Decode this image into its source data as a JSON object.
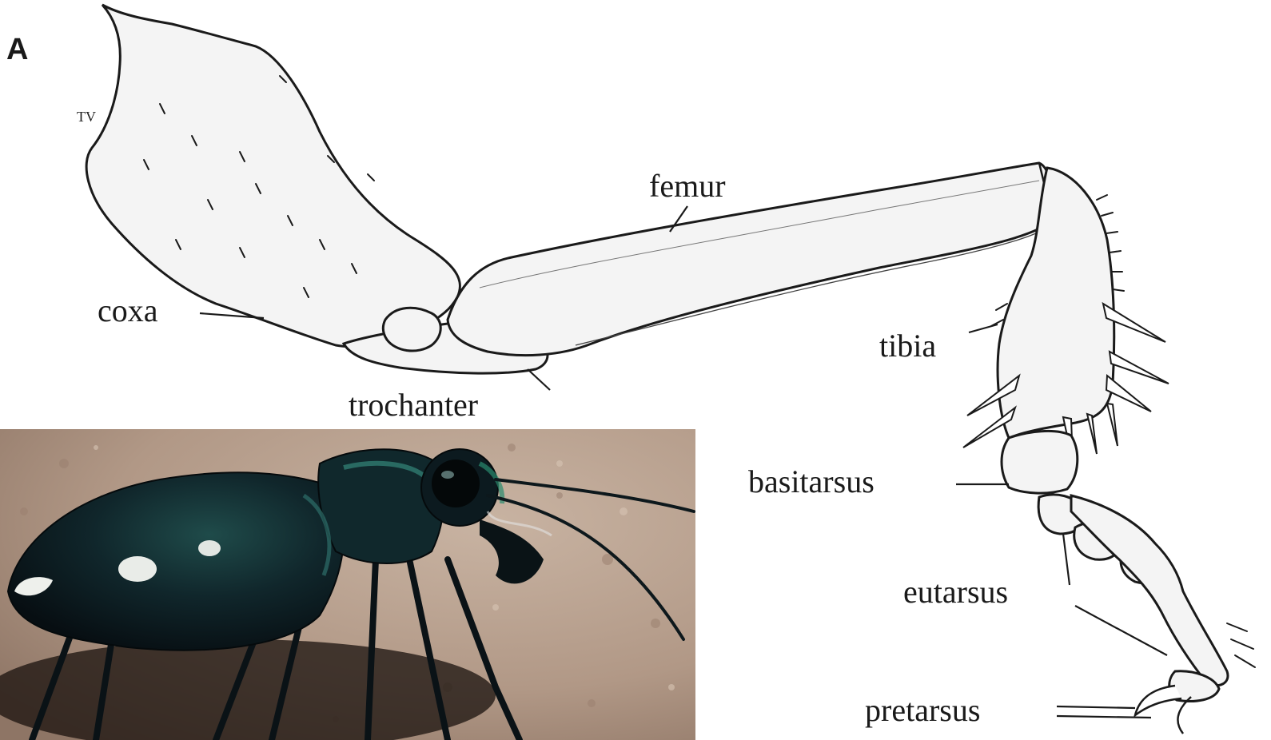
{
  "panel_label": "A",
  "small_mark": "TV",
  "labels": {
    "coxa": "coxa",
    "trochanter": "trochanter",
    "femur": "femur",
    "tibia": "tibia",
    "basitarsus": "basitarsus",
    "eutarsus": "eutarsus",
    "pretarsus": "pretarsus"
  },
  "colors": {
    "ink": "#1a1a1a",
    "paper": "#ffffff",
    "photo_ground": "#b49a86",
    "beetle_body": "#0f1c22",
    "beetle_sheen": "#1f5a55"
  }
}
